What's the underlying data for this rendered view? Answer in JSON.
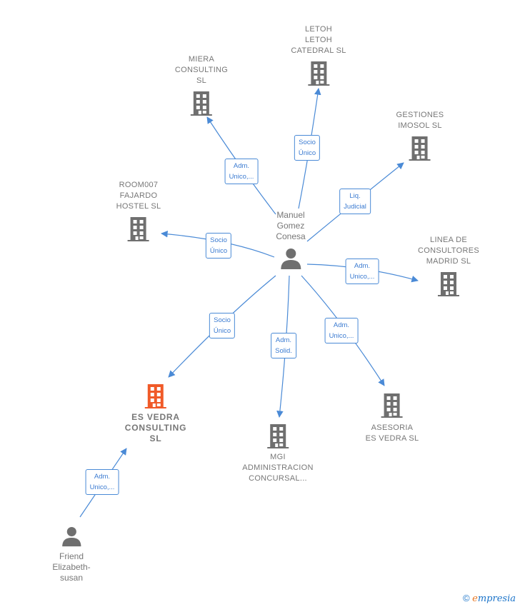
{
  "colors": {
    "edge": "#4a8ad6",
    "node_icon": "#6f6f6f",
    "focus_icon": "#f05a28",
    "label_text": "#777777"
  },
  "nodes": [
    {
      "id": "center",
      "type": "person",
      "lines": [
        "Manuel",
        "Gomez",
        "Conesa"
      ]
    },
    {
      "id": "letoh",
      "type": "company",
      "lines": [
        "LETOH",
        "LETOH",
        "CATEDRAL  SL"
      ]
    },
    {
      "id": "miera",
      "type": "company",
      "lines": [
        "MIERA",
        "CONSULTING",
        "SL"
      ]
    },
    {
      "id": "gestiones",
      "type": "company",
      "lines": [
        "GESTIONES",
        "IMOSOL SL"
      ]
    },
    {
      "id": "room007",
      "type": "company",
      "lines": [
        "ROOM007",
        "FAJARDO",
        "HOSTEL  SL"
      ]
    },
    {
      "id": "linea",
      "type": "company",
      "lines": [
        "LINEA DE",
        "CONSULTORES",
        "MADRID  SL"
      ]
    },
    {
      "id": "esvedra",
      "type": "company",
      "focus": true,
      "lines": [
        "ES VEDRA",
        "CONSULTING",
        "SL"
      ]
    },
    {
      "id": "mgi",
      "type": "company",
      "lines": [
        "MGI",
        "ADMINISTRACION",
        "CONCURSAL..."
      ]
    },
    {
      "id": "asesoria",
      "type": "company",
      "lines": [
        "ASESORIA",
        "ES VEDRA  SL"
      ]
    },
    {
      "id": "friend",
      "type": "person",
      "lines": [
        "Friend",
        "Elizabeth-",
        "susan"
      ]
    }
  ],
  "edges": [
    {
      "from": "center",
      "to": "letoh",
      "label": [
        "Socio",
        "Único"
      ]
    },
    {
      "from": "center",
      "to": "miera",
      "label": [
        "Adm.",
        "Unico,..."
      ]
    },
    {
      "from": "center",
      "to": "gestiones",
      "label": [
        "Liq.",
        "Judicial"
      ]
    },
    {
      "from": "center",
      "to": "room007",
      "label": [
        "Socio",
        "Único"
      ]
    },
    {
      "from": "center",
      "to": "linea",
      "label": [
        "Adm.",
        "Unico,..."
      ]
    },
    {
      "from": "center",
      "to": "esvedra",
      "label": [
        "Socio",
        "Único"
      ]
    },
    {
      "from": "center",
      "to": "mgi",
      "label": [
        "Adm.",
        "Solid."
      ]
    },
    {
      "from": "center",
      "to": "asesoria",
      "label": [
        "Adm.",
        "Unico,..."
      ]
    },
    {
      "from": "friend",
      "to": "esvedra",
      "label": [
        "Adm.",
        "Unico,..."
      ]
    }
  ],
  "footer": {
    "copyright_symbol": "©",
    "brand_first": "e",
    "brand_rest": "mpresia"
  }
}
